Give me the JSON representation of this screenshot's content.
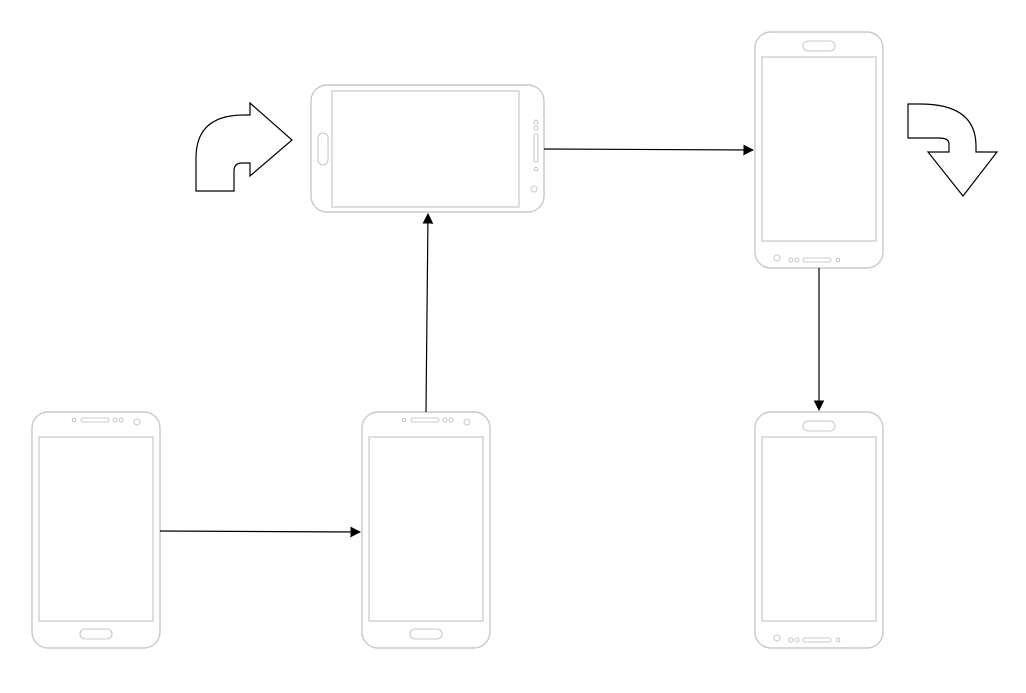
{
  "colors": {
    "background": "#ffffff",
    "device_outline": "#c8c8c8",
    "connector": "#000000"
  },
  "devices": [
    {
      "id": "phone-portrait-start",
      "orientation": "portrait",
      "icon": "smartphone-icon"
    },
    {
      "id": "phone-portrait-second",
      "orientation": "portrait",
      "icon": "smartphone-icon"
    },
    {
      "id": "phone-landscape",
      "orientation": "landscape",
      "icon": "smartphone-icon"
    },
    {
      "id": "phone-portrait-upright",
      "orientation": "portrait",
      "icon": "smartphone-icon"
    },
    {
      "id": "phone-portrait-end",
      "orientation": "portrait",
      "icon": "smartphone-icon"
    }
  ],
  "connections": [
    {
      "from": "phone-portrait-start",
      "to": "phone-portrait-second"
    },
    {
      "from": "phone-portrait-second",
      "to": "phone-landscape"
    },
    {
      "from": "phone-landscape",
      "to": "phone-portrait-upright"
    },
    {
      "from": "phone-portrait-upright",
      "to": "phone-portrait-end"
    }
  ],
  "rotation_indicators": [
    {
      "direction": "clockwise-up-right",
      "icon": "rotate-right-arrow-icon"
    },
    {
      "direction": "clockwise-down",
      "icon": "rotate-down-arrow-icon"
    }
  ]
}
